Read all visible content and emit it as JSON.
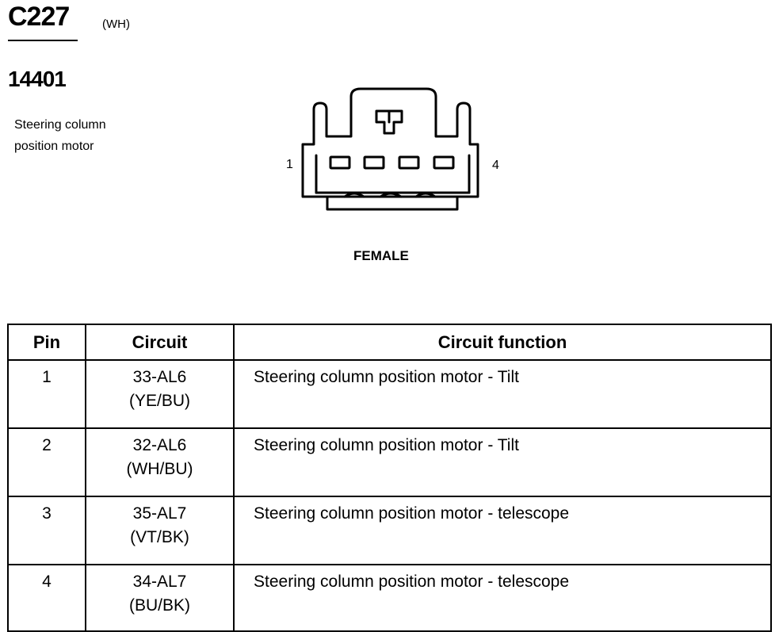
{
  "connector": {
    "id": "C227",
    "color": "(WH)",
    "part_number": "14401",
    "component": "Steering column position motor",
    "gender": "FEMALE",
    "pin_label_left": "1",
    "pin_label_right": "4"
  },
  "table": {
    "headers": {
      "pin": "Pin",
      "circuit": "Circuit",
      "function": "Circuit function"
    },
    "rows": [
      {
        "pin": "1",
        "circuit": "33-AL6",
        "wire": "(YE/BU)",
        "function": "Steering column position motor - Tilt"
      },
      {
        "pin": "2",
        "circuit": "32-AL6",
        "wire": "(WH/BU)",
        "function": "Steering column position motor - Tilt"
      },
      {
        "pin": "3",
        "circuit": "35-AL7",
        "wire": "(VT/BK)",
        "function": "Steering column position motor - telescope"
      },
      {
        "pin": "4",
        "circuit": "34-AL7",
        "wire": "(BU/BK)",
        "function": "Steering column position motor - telescope"
      }
    ]
  }
}
